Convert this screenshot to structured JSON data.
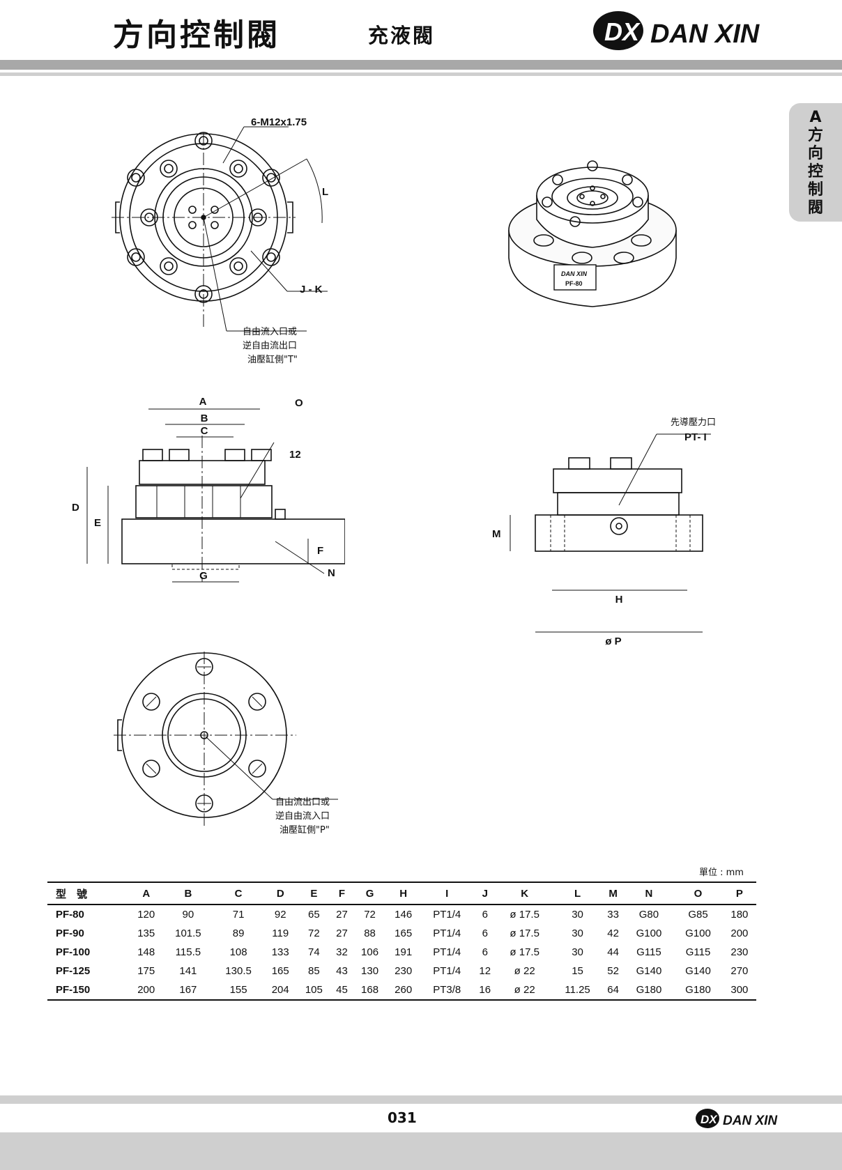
{
  "header": {
    "title": "方向控制閥",
    "subtitle": "充液閥",
    "brand": "DAN XIN",
    "logo_mark": "DX"
  },
  "side_tab": {
    "chars": [
      "A",
      "方",
      "向",
      "控",
      "制",
      "閥"
    ]
  },
  "drawings": {
    "top_view": {
      "bolt_label": "6-M12x1.75",
      "angle_label": "L",
      "jk_label": "J - K",
      "note": [
        "自由流入口或",
        "逆自由流出口",
        "油壓缸側\"T\""
      ]
    },
    "iso_view": {
      "plate_brand": "DAN XIN",
      "plate_model": "PF-80"
    },
    "side_view": {
      "labels": {
        "a": "A",
        "b": "B",
        "c": "C",
        "d": "D",
        "e": "E",
        "f": "F",
        "g": "G",
        "n": "N",
        "o": "O",
        "twelve": "12"
      }
    },
    "right_view": {
      "pilot_label": "先導壓力口",
      "pilot_port": "PT- I",
      "m": "M",
      "h": "H",
      "p": "ø P"
    },
    "bottom_view": {
      "note": [
        "自由流出口或",
        "逆自由流入口",
        "油壓缸側\"P\""
      ]
    }
  },
  "table": {
    "unit": "單位 : mm",
    "headers": [
      "型　號",
      "A",
      "B",
      "C",
      "D",
      "E",
      "F",
      "G",
      "H",
      "I",
      "J",
      "K",
      "L",
      "M",
      "N",
      "O",
      "P"
    ],
    "rows": [
      [
        "PF-80",
        "120",
        "90",
        "71",
        "92",
        "65",
        "27",
        "72",
        "146",
        "PT1/4",
        "6",
        "ø 17.5",
        "30",
        "33",
        "G80",
        "G85",
        "180"
      ],
      [
        "PF-90",
        "135",
        "101.5",
        "89",
        "119",
        "72",
        "27",
        "88",
        "165",
        "PT1/4",
        "6",
        "ø 17.5",
        "30",
        "42",
        "G100",
        "G100",
        "200"
      ],
      [
        "PF-100",
        "148",
        "115.5",
        "108",
        "133",
        "74",
        "32",
        "106",
        "191",
        "PT1/4",
        "6",
        "ø 17.5",
        "30",
        "44",
        "G115",
        "G115",
        "230"
      ],
      [
        "PF-125",
        "175",
        "141",
        "130.5",
        "165",
        "85",
        "43",
        "130",
        "230",
        "PT1/4",
        "12",
        "ø 22",
        "15",
        "52",
        "G140",
        "G140",
        "270"
      ],
      [
        "PF-150",
        "200",
        "167",
        "155",
        "204",
        "105",
        "45",
        "168",
        "260",
        "PT3/8",
        "16",
        "ø 22",
        "11.25",
        "64",
        "G180",
        "G180",
        "300"
      ]
    ]
  },
  "footer": {
    "page": "031",
    "brand": "DAN XIN",
    "logo_mark": "DX"
  },
  "colors": {
    "bar_dark": "#a8a8a8",
    "bar_light": "#d0d0d0",
    "tab": "#cfcfcf",
    "ink": "#111111"
  }
}
